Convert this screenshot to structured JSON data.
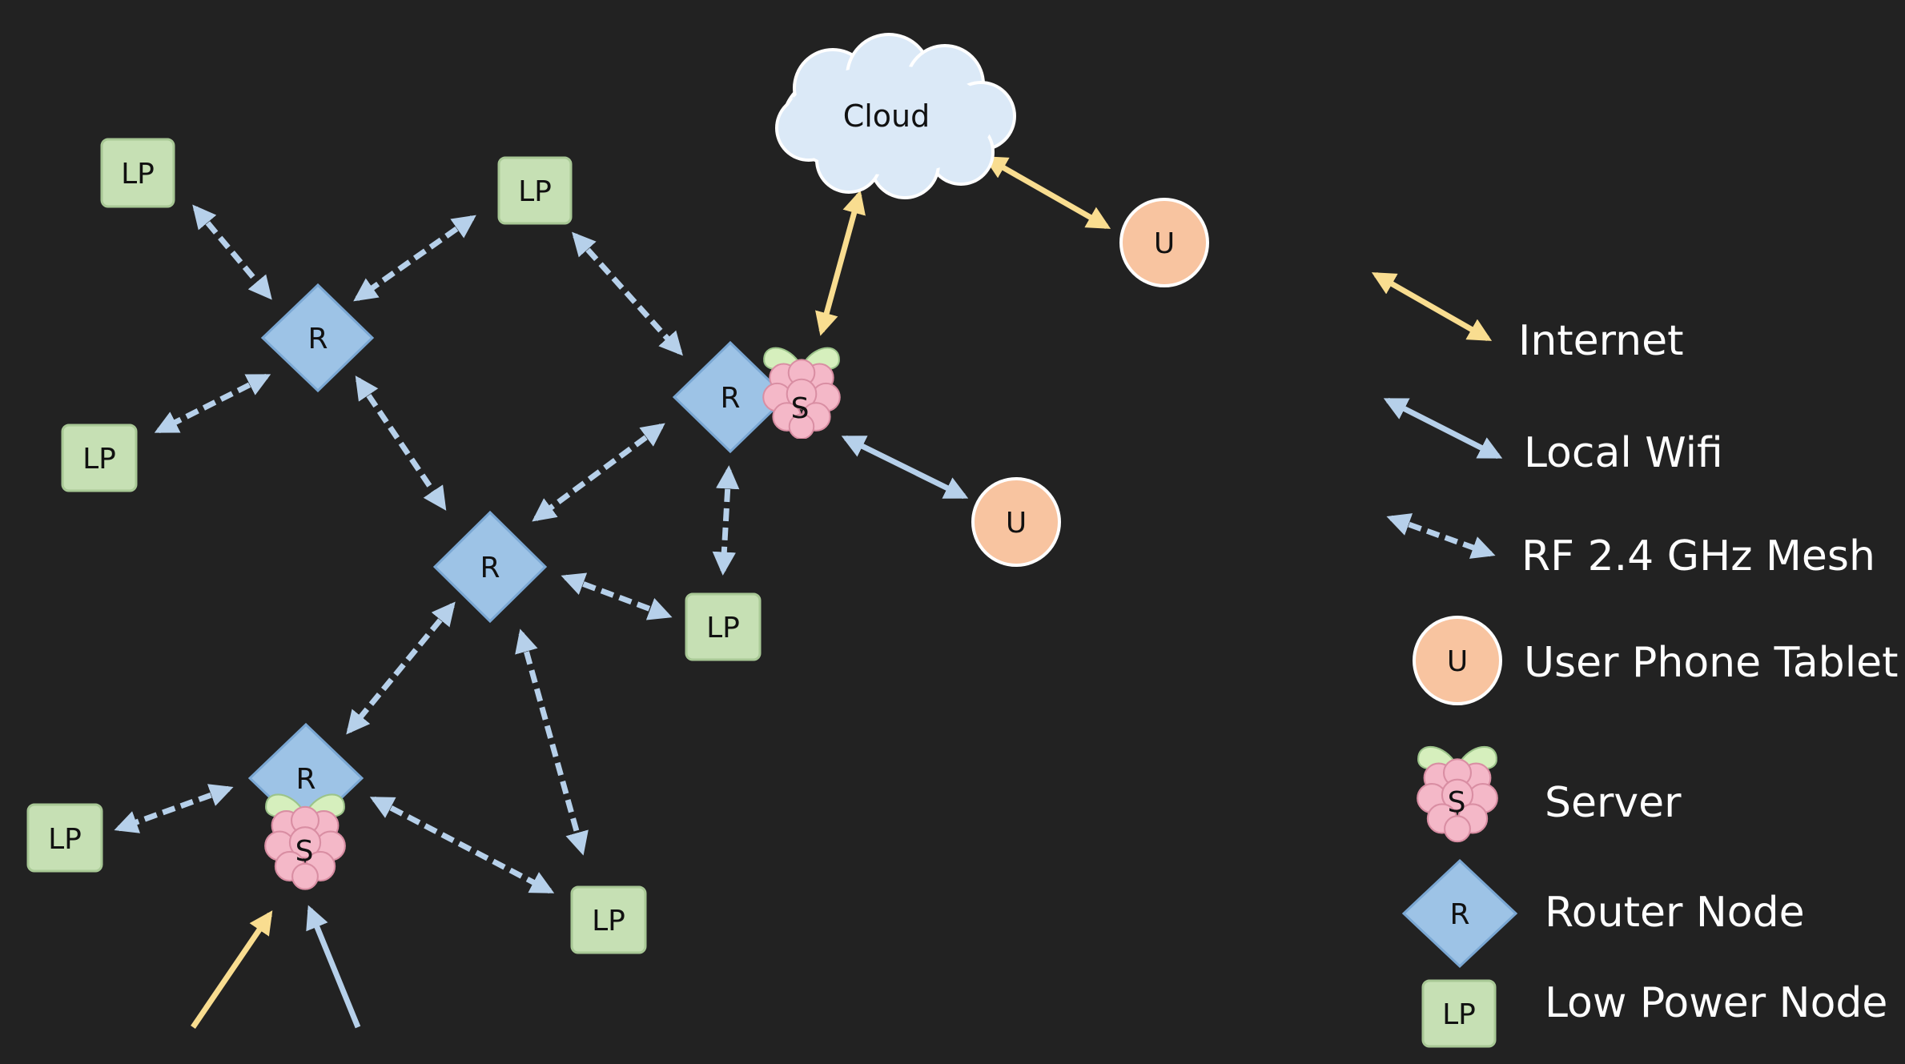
{
  "colors": {
    "background": "#222222",
    "internet": "#f9dd90",
    "local_wifi": "#b6d0ea",
    "rf_mesh": "#b6d0ea",
    "lp_fill": "#c6e0b4",
    "router_fill": "#9dc3e6",
    "user_fill": "#f8c4a0",
    "cloud_fill": "#dbe9f7",
    "server_fill": "#f4b8c8",
    "server_leaf": "#d6efbd"
  },
  "cloud": {
    "label": "Cloud"
  },
  "nodes": {
    "lp": "LP",
    "router": "R",
    "user": "U",
    "server": "S"
  },
  "legend": {
    "internet": "Internet",
    "local_wifi": "Local Wifi",
    "rf_mesh": "RF 2.4 GHz Mesh",
    "user": "User Phone Tablet",
    "server": "Server",
    "router": "Router Node",
    "low_power": "Low Power Node"
  }
}
